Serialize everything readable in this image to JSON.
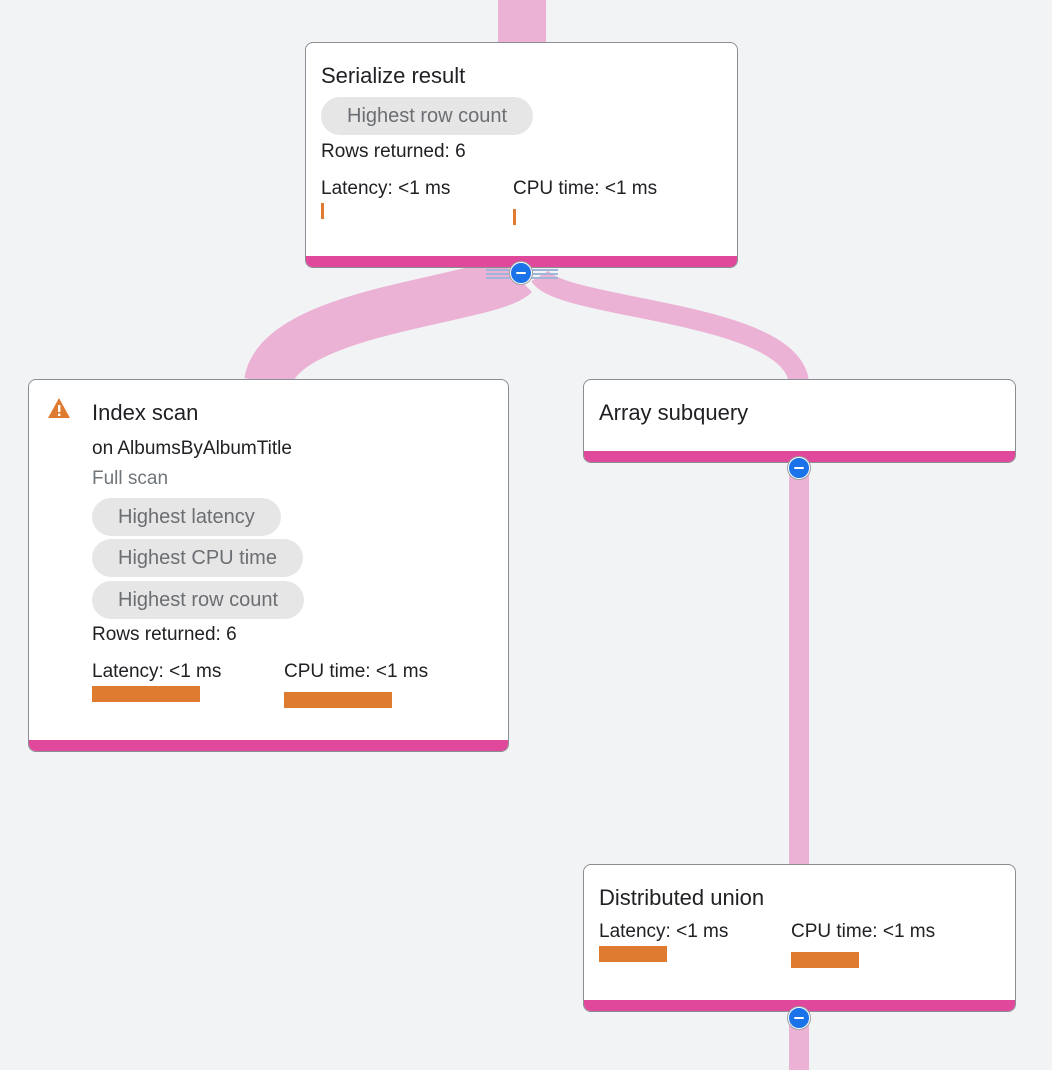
{
  "colors": {
    "flow": "#ebb2d5",
    "node_accent": "#e0489b",
    "metric_bar": "#df7b30",
    "warning": "#df7b30",
    "collapse": "#1a73e8"
  },
  "nodes": {
    "serialize_result": {
      "title": "Serialize result",
      "badge": "Highest row count",
      "rows": "Rows returned: 6",
      "latency": "Latency: <1 ms",
      "cpu": "CPU time: <1 ms"
    },
    "index_scan": {
      "title": "Index scan",
      "target": "on AlbumsByAlbumTitle",
      "scan_type": "Full scan",
      "badges": [
        "Highest latency",
        "Highest CPU time",
        "Highest row count"
      ],
      "rows": "Rows returned: 6",
      "latency": "Latency: <1 ms",
      "cpu": "CPU time: <1 ms",
      "icon": "warning-icon"
    },
    "array_subquery": {
      "title": "Array subquery"
    },
    "distributed_union": {
      "title": "Distributed union",
      "latency": "Latency: <1 ms",
      "cpu": "CPU time: <1 ms"
    }
  }
}
